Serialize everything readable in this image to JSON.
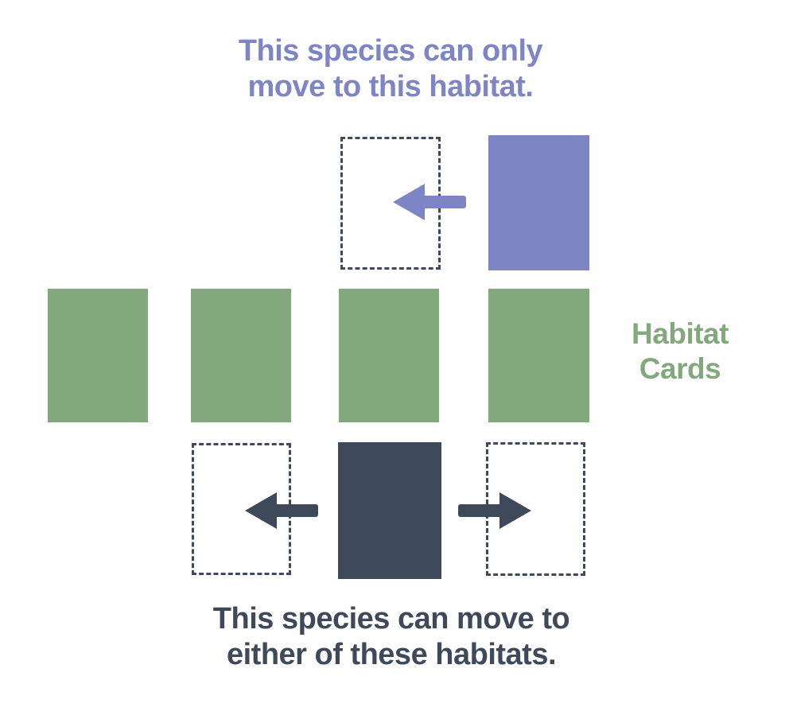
{
  "colors": {
    "purple": "#7d85c4",
    "green": "#84a87e",
    "slate": "#3e4959",
    "bg": "#ffffff"
  },
  "top_section": {
    "caption_line1": "This species can only",
    "caption_line2": "move to this habitat.",
    "arrow_direction": "left"
  },
  "habitat_row": {
    "label_line1": "Habitat",
    "label_line2": "Cards",
    "card_count": 4
  },
  "bottom_section": {
    "caption_line1": "This species can move to",
    "caption_line2": "either of these habitats.",
    "arrow_directions": [
      "left",
      "right"
    ]
  }
}
